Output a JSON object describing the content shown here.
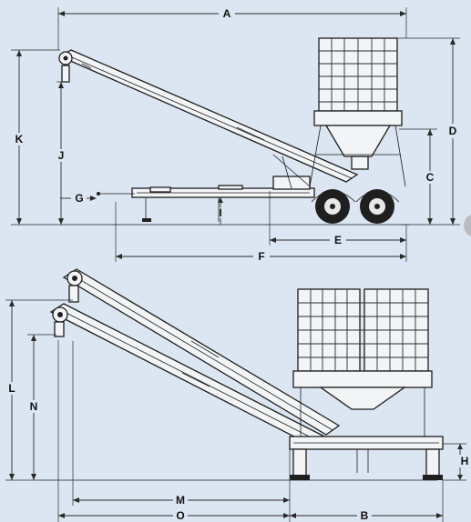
{
  "colors": {
    "background": "#dbe6f2",
    "ink": "#1d1d1d"
  },
  "labels": {
    "A": "A",
    "B": "B",
    "C": "C",
    "D": "D",
    "E": "E",
    "F": "F",
    "G": "G",
    "H": "H",
    "I": "I",
    "J": "J",
    "K": "K",
    "L": "L",
    "M": "M",
    "N": "N",
    "O": "O"
  }
}
